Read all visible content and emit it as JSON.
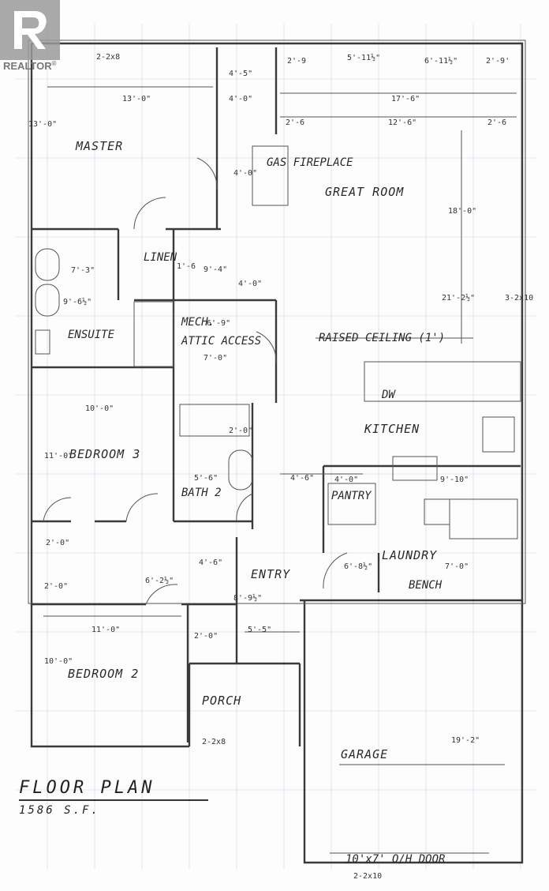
{
  "watermark": {
    "brand": "REALTOR",
    "mark": "®"
  },
  "caption": {
    "title": "FLOOR PLAN",
    "area": "1586 S.F."
  },
  "rooms": {
    "master": "MASTER",
    "great_room": "GREAT ROOM",
    "mech": "MECH.",
    "attic": "ATTIC ACCESS",
    "ensuite": "ENSUITE",
    "linen": "LINEN",
    "kitchen": "KITCHEN",
    "bedroom3": "BEDROOM 3",
    "bath": "BATH 2",
    "pantry": "PANTRY",
    "laundry": "LAUNDRY",
    "bench": "BENCH",
    "entry": "ENTRY",
    "bedroom2": "BEDROOM 2",
    "porch": "PORCH",
    "garage": "GARAGE",
    "fireplace": "GAS FIREPLACE",
    "raised_ceiling": "RAISED CEILING (1')",
    "dw": "DW",
    "garage_door": "10'x7' O/H DOOR"
  },
  "dimensions": {
    "d1": "2-2x8",
    "d2": "13'-0\"",
    "d3": "13'-0\"",
    "d4": "4'-5\"",
    "d5": "4'-0\"",
    "d6": "2'-9",
    "d7": "5'-11½\"",
    "d8": "6'-11½\"",
    "d9": "2'-9'",
    "d10": "17'-6\"",
    "d11": "2'-6",
    "d12": "12'-6\"",
    "d13": "2'-6",
    "d14": "18'-0\"",
    "d15": "4'-0\"",
    "d16": "7'-3\"",
    "d17": "9'-6½\"",
    "d18": "1'-6",
    "d19": "9'-4\"",
    "d20": "4'-0\"",
    "d21": "6'-9\"",
    "d22": "7'-0\"",
    "d23": "21'-2½\"",
    "d24": "3-2x10",
    "d25": "10'-0\"",
    "d26": "11'-0\"",
    "d27": "5'-6\"",
    "d28": "4'-6\"",
    "d29": "4'-0\"",
    "d30": "9'-10\"",
    "d31": "2'-0\"",
    "d32": "6'-2½\"",
    "d33": "4'-6\"",
    "d34": "8'-9½\"",
    "d35": "6'-8½\"",
    "d36": "7'-0\"",
    "d37": "11'-0\"",
    "d38": "10'-0\"",
    "d39": "5'-5\"",
    "d40": "2-2x8",
    "d41": "19'-2\"",
    "d42": "2-2x10",
    "d43": "2'-0\"",
    "d44": "2'-0\"",
    "d45": "2'-0\""
  }
}
